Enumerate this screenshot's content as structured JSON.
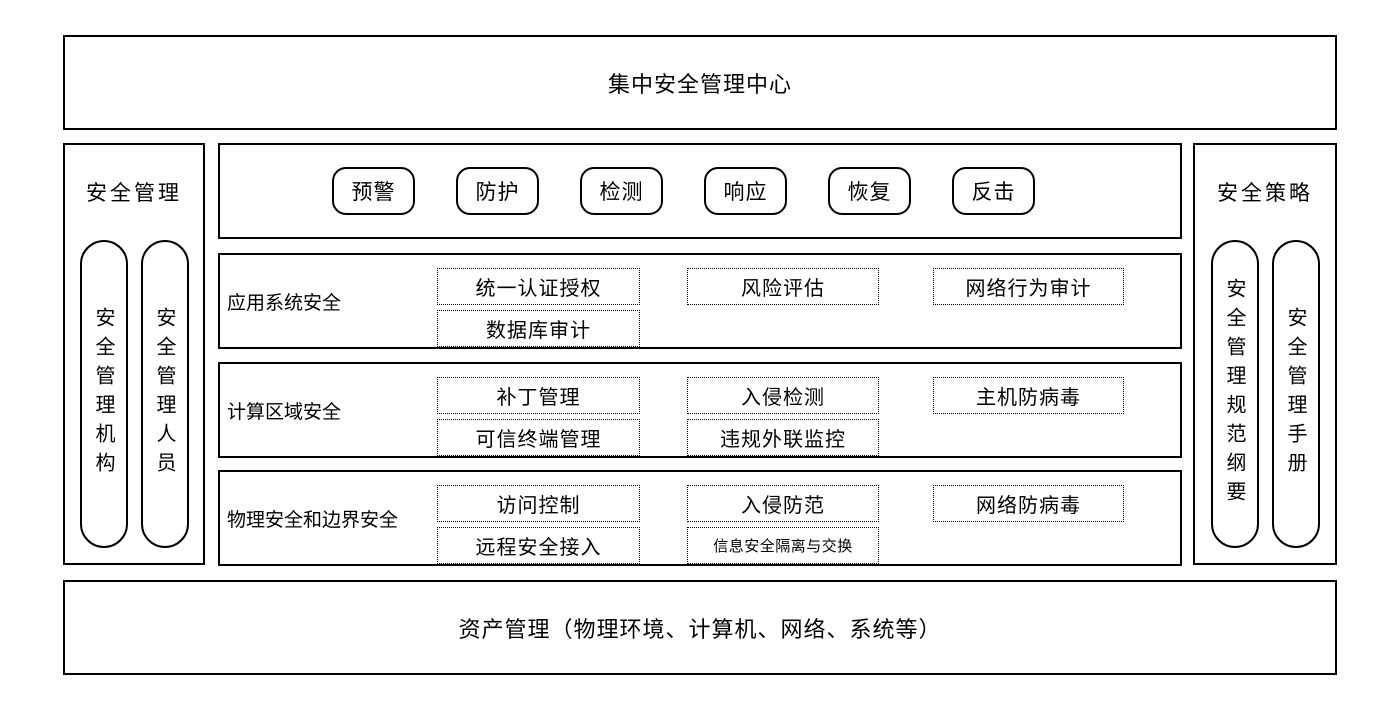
{
  "top_banner": "集中安全管理中心",
  "bottom_banner": "资产管理（物理环境、计算机、网络、系统等）",
  "left_sidebar": {
    "title": "安全管理",
    "pills": [
      "安全管理机构",
      "安全管理人员"
    ]
  },
  "right_sidebar": {
    "title": "安全策略",
    "pills": [
      "安全管理规范纲要",
      "安全管理手册"
    ]
  },
  "cycle_buttons": [
    "预警",
    "防护",
    "检测",
    "响应",
    "恢复",
    "反击"
  ],
  "security_rows": [
    {
      "label": "应用系统安全",
      "columns": [
        [
          "统一认证授权",
          "数据库审计"
        ],
        [
          "风险评估"
        ],
        [
          "网络行为审计"
        ]
      ]
    },
    {
      "label": "计算区域安全",
      "columns": [
        [
          "补丁管理",
          "可信终端管理"
        ],
        [
          "入侵检测",
          "违规外联监控"
        ],
        [
          "主机防病毒"
        ]
      ]
    },
    {
      "label": "物理安全和边界安全",
      "columns": [
        [
          "访问控制",
          "远程安全接入"
        ],
        [
          "入侵防范",
          "信息安全隔离与交换"
        ],
        [
          "网络防病毒"
        ]
      ]
    }
  ],
  "colors": {
    "border": "#000000",
    "background": "#ffffff",
    "text": "#000000"
  }
}
